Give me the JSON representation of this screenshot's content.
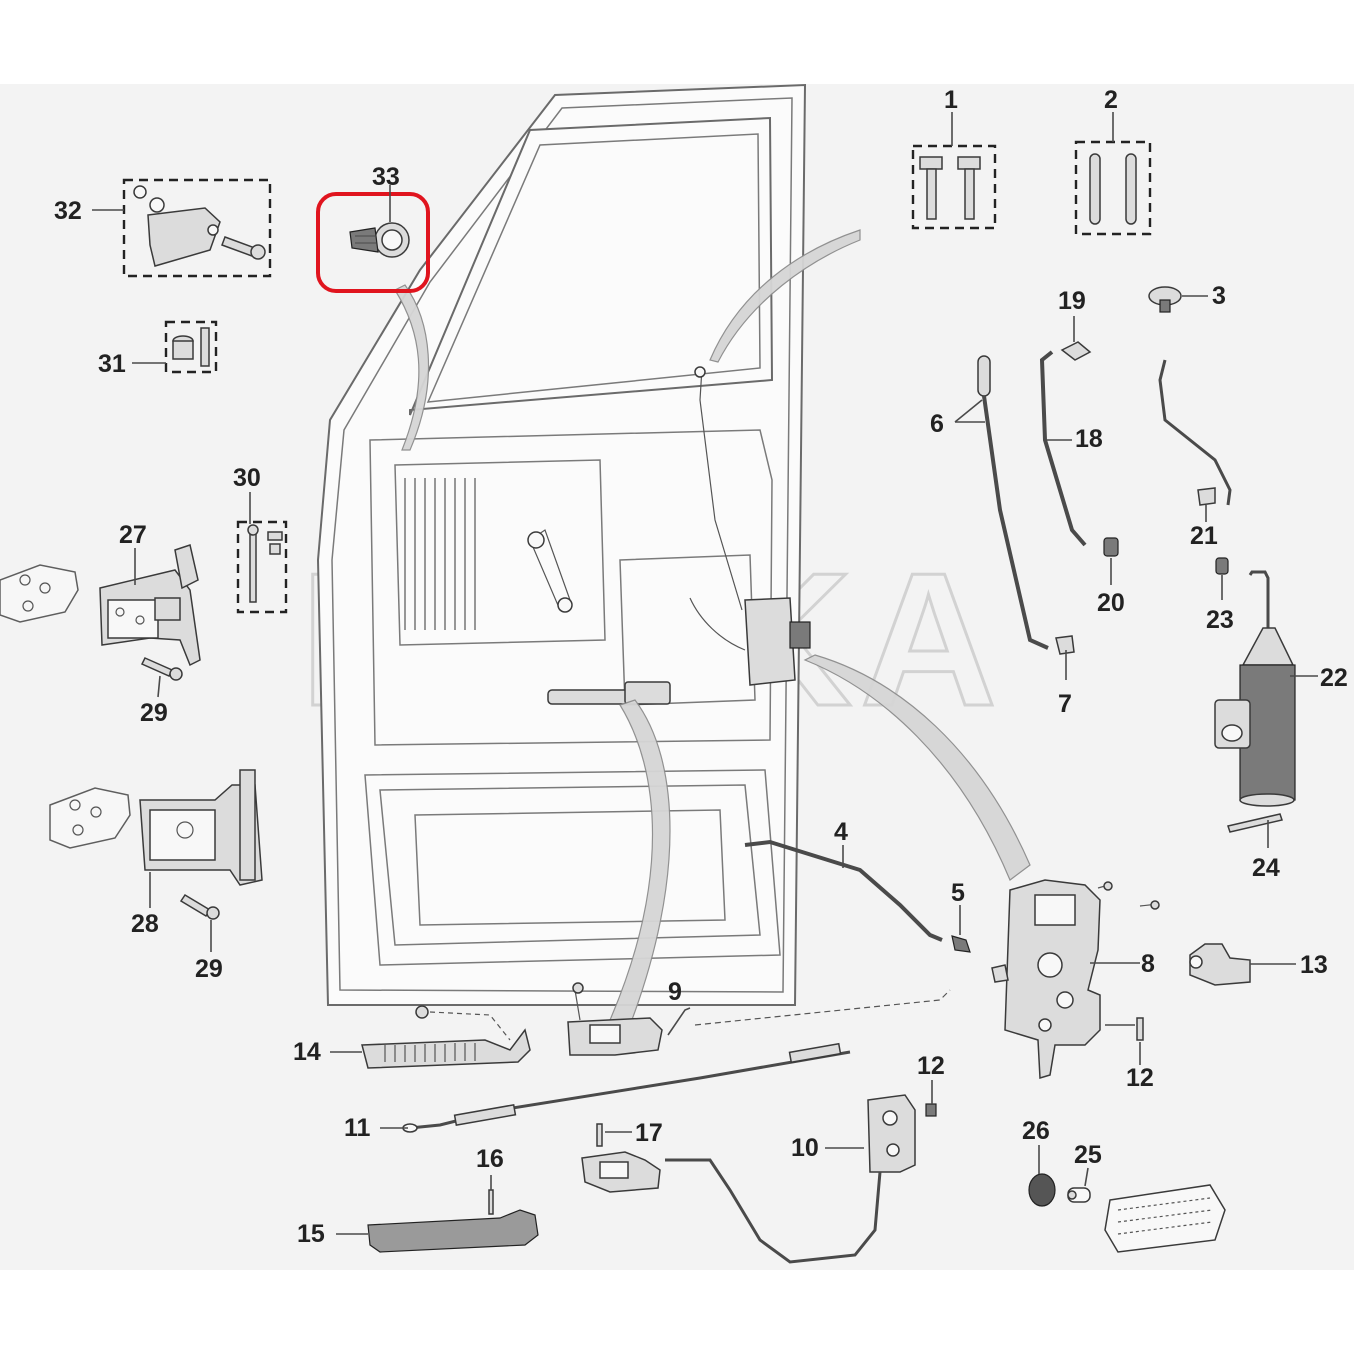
{
  "diagram": {
    "callouts": [
      "1",
      "2",
      "3",
      "4",
      "5",
      "6",
      "7",
      "8",
      "9",
      "10",
      "11",
      "12",
      "12",
      "13",
      "14",
      "15",
      "16",
      "17",
      "18",
      "19",
      "20",
      "21",
      "22",
      "23",
      "24",
      "25",
      "26",
      "27",
      "28",
      "29",
      "29",
      "30",
      "31",
      "32",
      "33"
    ],
    "highlighted_part": "33",
    "highlight_color": "#e0141e",
    "background_color": "#f3f3f3",
    "watermark": "REXKA"
  }
}
